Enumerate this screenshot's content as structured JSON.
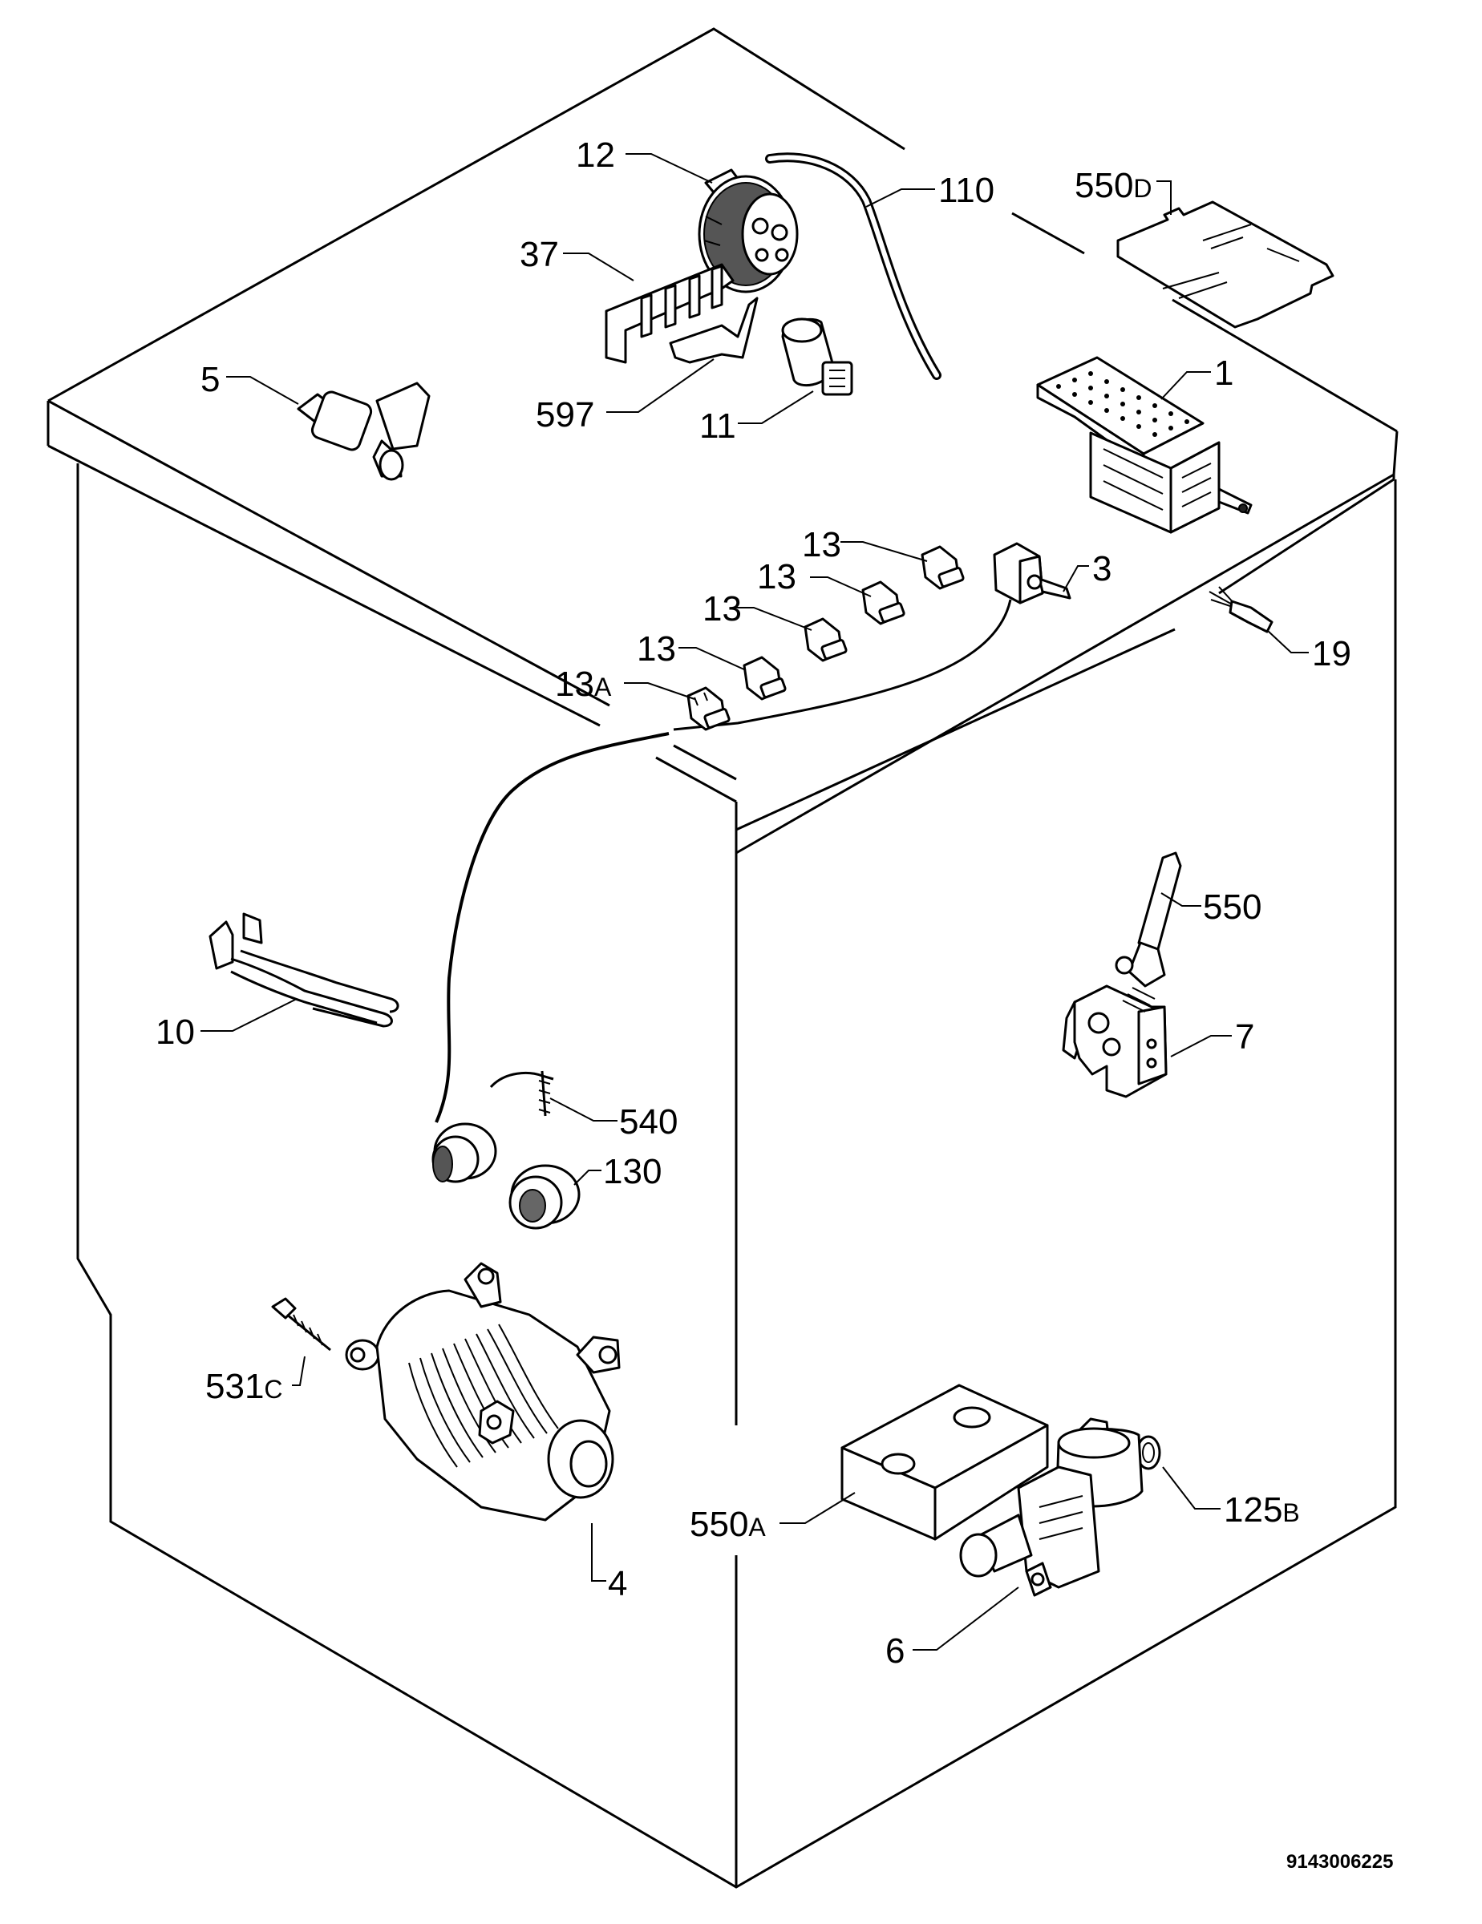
{
  "callouts": [
    {
      "id": "12",
      "main": "12",
      "sub": ""
    },
    {
      "id": "110",
      "main": "110",
      "sub": ""
    },
    {
      "id": "550D",
      "main": "550",
      "sub": "D"
    },
    {
      "id": "37",
      "main": "37",
      "sub": ""
    },
    {
      "id": "5",
      "main": "5",
      "sub": ""
    },
    {
      "id": "597",
      "main": "597",
      "sub": ""
    },
    {
      "id": "11",
      "main": "11",
      "sub": ""
    },
    {
      "id": "1",
      "main": "1",
      "sub": ""
    },
    {
      "id": "13-a",
      "main": "13",
      "sub": ""
    },
    {
      "id": "3",
      "main": "3",
      "sub": ""
    },
    {
      "id": "13-b",
      "main": "13",
      "sub": ""
    },
    {
      "id": "13-c",
      "main": "13",
      "sub": ""
    },
    {
      "id": "19",
      "main": "19",
      "sub": ""
    },
    {
      "id": "13-d",
      "main": "13",
      "sub": ""
    },
    {
      "id": "13A",
      "main": "13",
      "sub": "A"
    },
    {
      "id": "550",
      "main": "550",
      "sub": ""
    },
    {
      "id": "10",
      "main": "10",
      "sub": ""
    },
    {
      "id": "7",
      "main": "7",
      "sub": ""
    },
    {
      "id": "540",
      "main": "540",
      "sub": ""
    },
    {
      "id": "130",
      "main": "130",
      "sub": ""
    },
    {
      "id": "531C",
      "main": "531",
      "sub": "C"
    },
    {
      "id": "550A",
      "main": "550",
      "sub": "A"
    },
    {
      "id": "125B",
      "main": "125",
      "sub": "B"
    },
    {
      "id": "4",
      "main": "4",
      "sub": ""
    },
    {
      "id": "6",
      "main": "6",
      "sub": ""
    }
  ],
  "drawing_code": "9143006225"
}
